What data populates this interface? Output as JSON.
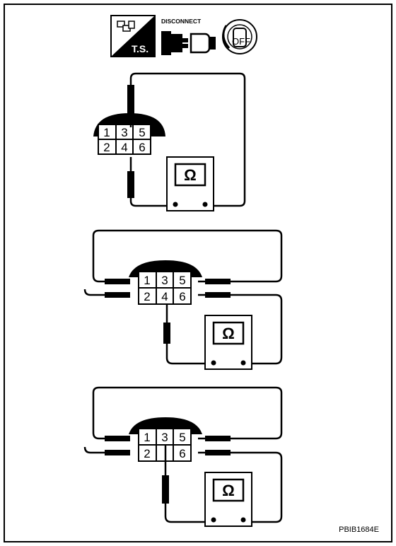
{
  "header_icons": {
    "ts_label": "T.S.",
    "disconnect_label": "DISCONNECT",
    "ignition_label": "OFF"
  },
  "meter_symbol": "Ω",
  "connector_pins": [
    "1",
    "3",
    "5",
    "2",
    "4",
    "6"
  ],
  "figure_code": "PBIB1684E"
}
